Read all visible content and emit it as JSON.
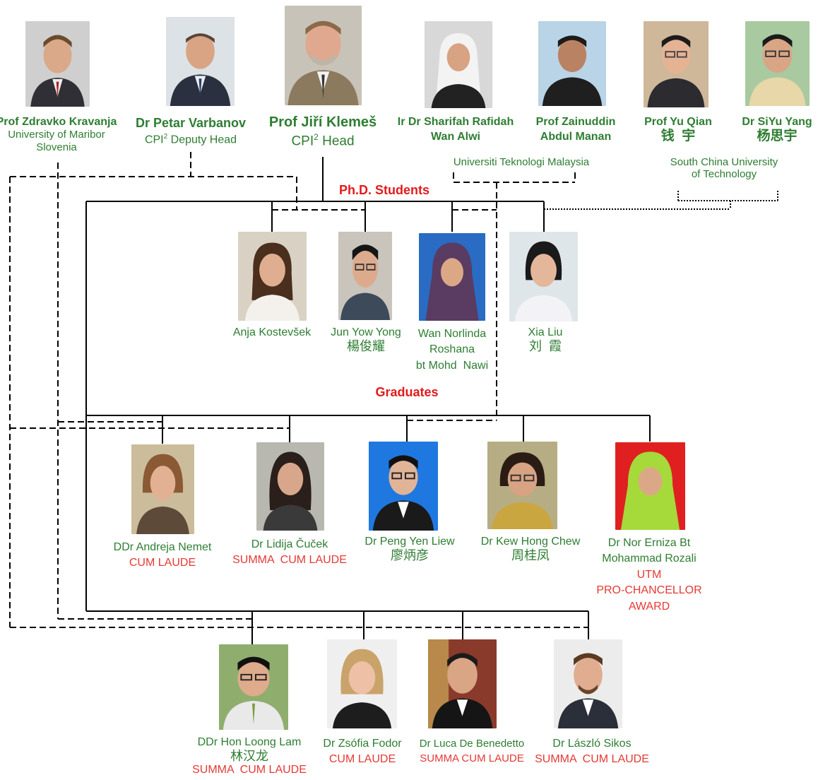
{
  "supervisors": [
    {
      "name": "Prof Zdravko Kravanja",
      "line2": "University of Maribor",
      "line3": "Slovenia"
    },
    {
      "name": "Dr Petar Varbanov",
      "role_pre": "CPI",
      "role_sup": "2",
      "role_post": " Deputy Head"
    },
    {
      "name": "Prof Jiří Klemeš",
      "role_pre": "CPI",
      "role_sup": "2",
      "role_post": " Head"
    },
    {
      "name_line1": "Ir Dr Sharifah Rafidah",
      "name_line2": "Wan Alwi"
    },
    {
      "name_line1": "Prof Zainuddin",
      "name_line2": "Abdul Manan"
    },
    {
      "name_line1": "Prof Yu Qian",
      "name_line2": "钱  宇"
    },
    {
      "name_line1": "Dr SiYu Yang",
      "name_line2": "杨思宇"
    }
  ],
  "institutions": {
    "utm": "Universiti Teknologi Malaysia",
    "scut_line1": "South China University",
    "scut_line2": "of Technology"
  },
  "section_labels": {
    "phd": "Ph.D. Students",
    "graduates": "Graduates"
  },
  "phd_students": [
    {
      "lines": [
        "Anja Kostevšek"
      ]
    },
    {
      "lines": [
        "Jun Yow Yong",
        "楊俊耀"
      ]
    },
    {
      "lines": [
        "Wan Norlinda",
        "Roshana",
        "bt Mohd  Nawi"
      ]
    },
    {
      "lines": [
        "Xia Liu",
        "刘  霞"
      ]
    }
  ],
  "graduates_row1": [
    {
      "name": "DDr Andreja Nemet",
      "honors": [
        "CUM LAUDE"
      ]
    },
    {
      "name": "Dr Lidija Čuček",
      "honors": [
        "SUMMA  CUM LAUDE"
      ]
    },
    {
      "name": "Dr Peng Yen Liew",
      "name2": "廖炳彦",
      "honors": []
    },
    {
      "name": "Dr Kew Hong Chew",
      "name2": "周桂凤",
      "honors": []
    },
    {
      "name": "Dr Nor Erniza Bt",
      "name2": "Mohammad Rozali",
      "honors": [
        "UTM",
        "PRO-CHANCELLOR",
        "AWARD"
      ]
    }
  ],
  "graduates_row2": [
    {
      "name": "DDr Hon Loong Lam",
      "name2": "林汉龙",
      "honors": [
        "SUMMA  CUM LAUDE"
      ]
    },
    {
      "name": "Dr Zsófia Fodor",
      "honors": [
        "CUM LAUDE"
      ]
    },
    {
      "name": "Dr Luca De Benedetto",
      "honors": [
        "SUMMA CUM LAUDE"
      ]
    },
    {
      "name": "Dr László Sikos",
      "honors": [
        "SUMMA  CUM LAUDE"
      ]
    }
  ],
  "colors": {
    "name_green": "#2e7d32",
    "honor_red": "#e53935",
    "line": "#000000"
  }
}
